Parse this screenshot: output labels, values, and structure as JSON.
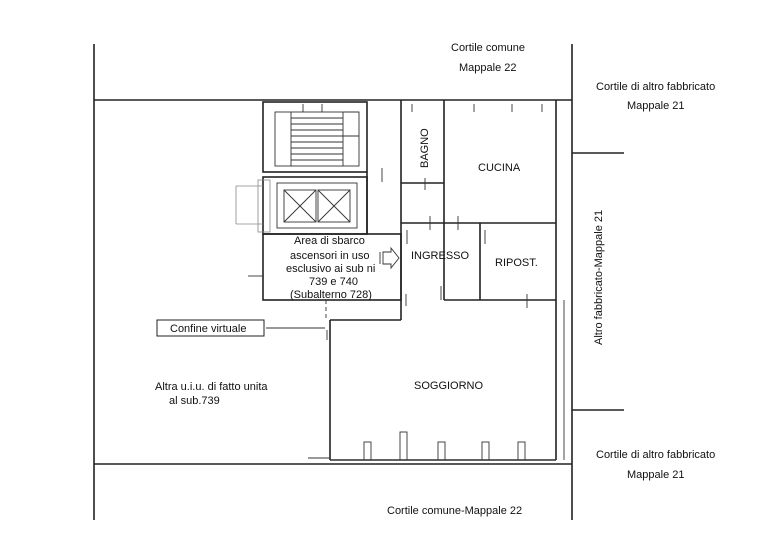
{
  "labels": {
    "cortile_comune_top_1": "Cortile comune",
    "cortile_comune_top_2": "Mappale 22",
    "cortile_altro_top_1": "Cortile di altro fabbricato",
    "cortile_altro_top_2": "Mappale 21",
    "bagno": "BAGNO",
    "cucina": "CUCINA",
    "area_sbarco": [
      "Area di sbarco",
      "ascensori in uso",
      "esclusivo ai sub ni",
      "739 e 740",
      "(Subalterno 728)"
    ],
    "ingresso": "INGRESSO",
    "ripost": "RIPOST.",
    "confine_virtuale": "Confine virtuale",
    "soggiorno": "SOGGIORNO",
    "altra_uiu_1": "Altra u.i.u. di fatto unita",
    "altra_uiu_2": "al sub.739",
    "altro_fabbricato_vertical": "Altro fabbricato-Mappale 21",
    "cortile_altro_bottom_1": "Cortile di altro fabbricato",
    "cortile_altro_bottom_2": "Mappale 21",
    "cortile_comune_bottom": "Cortile comune-Mappale 22"
  }
}
